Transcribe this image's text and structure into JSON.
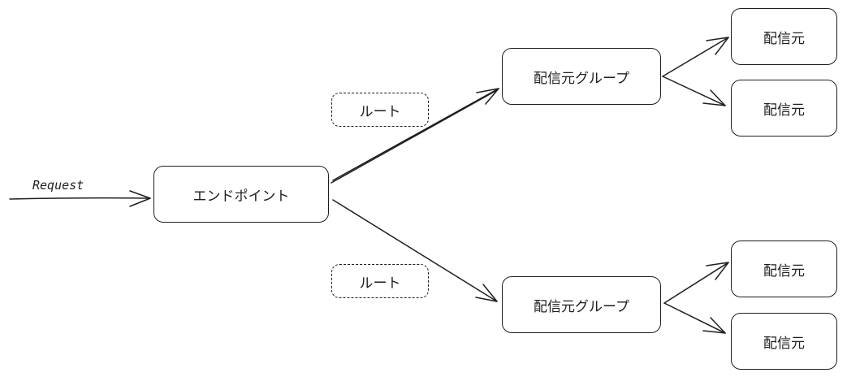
{
  "diagram": {
    "request_label": "Request",
    "endpoint": {
      "label": "エンドポイント"
    },
    "routes": [
      {
        "label": "ルート"
      },
      {
        "label": "ルート"
      }
    ],
    "origin_groups": [
      {
        "label": "配信元グループ",
        "origins": [
          {
            "label": "配信元"
          },
          {
            "label": "配信元"
          }
        ]
      },
      {
        "label": "配信元グループ",
        "origins": [
          {
            "label": "配信元"
          },
          {
            "label": "配信元"
          }
        ]
      }
    ]
  }
}
